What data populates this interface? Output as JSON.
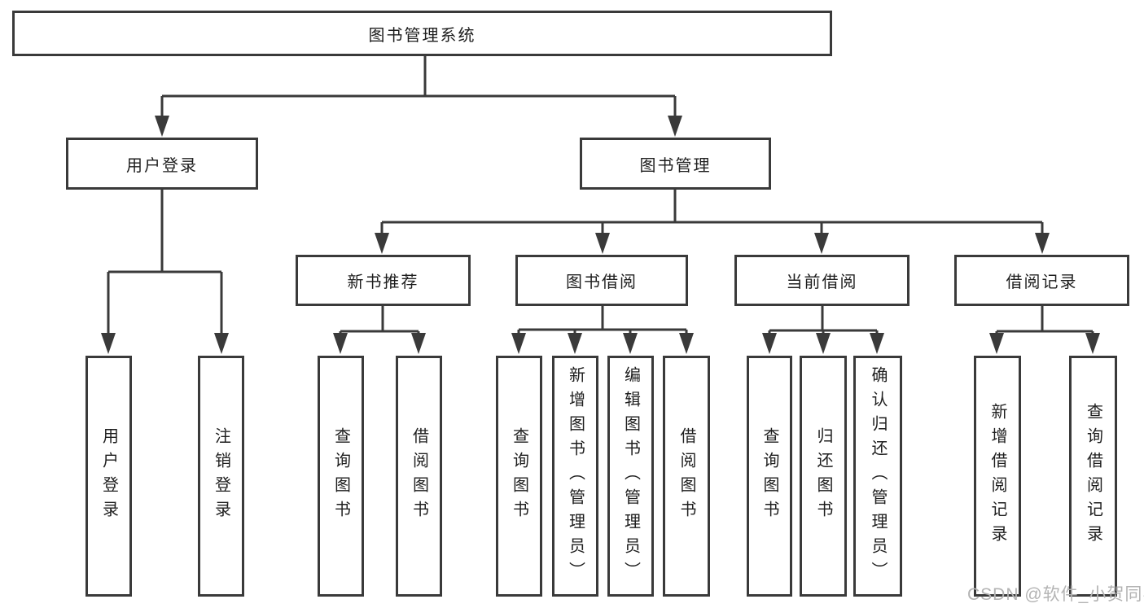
{
  "colors": {
    "line": "#3a3a3a",
    "text": "#1e1e1e",
    "watermark": "#b3b3b3"
  },
  "watermark": "CSDN @软件_小贺同学",
  "tree": {
    "label": "图书管理系统",
    "children": [
      {
        "label": "用户登录",
        "children": [
          {
            "label": "用户登录"
          },
          {
            "label": "注销登录"
          }
        ]
      },
      {
        "label": "图书管理",
        "children": [
          {
            "label": "新书推荐",
            "children": [
              {
                "label": "查询图书"
              },
              {
                "label": "借阅图书"
              }
            ]
          },
          {
            "label": "图书借阅",
            "children": [
              {
                "label": "查询图书"
              },
              {
                "label": "新增图书（管理员）"
              },
              {
                "label": "编辑图书（管理员）"
              },
              {
                "label": "借阅图书"
              }
            ]
          },
          {
            "label": "当前借阅",
            "children": [
              {
                "label": "查询图书"
              },
              {
                "label": "归还图书"
              },
              {
                "label": "确认归还（管理员）"
              }
            ]
          },
          {
            "label": "借阅记录",
            "children": [
              {
                "label": "新增借阅记录"
              },
              {
                "label": "查询借阅记录"
              }
            ]
          }
        ]
      }
    ]
  }
}
